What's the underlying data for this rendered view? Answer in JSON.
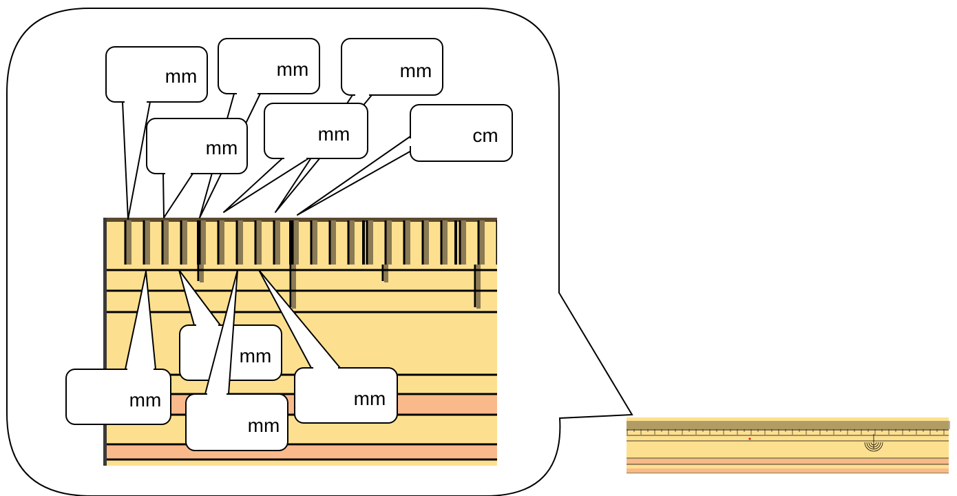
{
  "colors": {
    "ruler_body": "#fde08f",
    "ruler_band": "#f9b98a",
    "tick": "#000000",
    "tick_shadow": "#8a7a55",
    "outline": "#000000",
    "paper": "#ffffff"
  },
  "callouts": [
    {
      "label": "mm"
    },
    {
      "label": "mm"
    },
    {
      "label": "mm"
    },
    {
      "label": "mm"
    },
    {
      "label": "mm"
    },
    {
      "label": "cm"
    },
    {
      "label": "mm"
    },
    {
      "label": "mm"
    },
    {
      "label": "mm"
    },
    {
      "label": "mm"
    }
  ],
  "small_ruler": {
    "marker": "red-dot",
    "emblem": "semicircle-emblem"
  }
}
